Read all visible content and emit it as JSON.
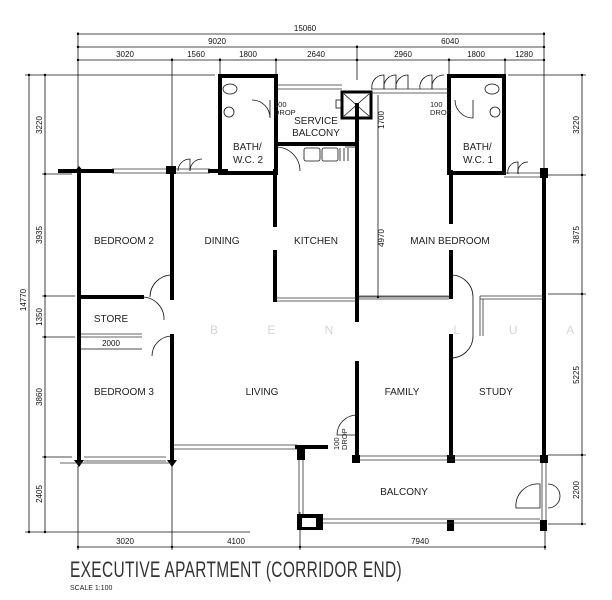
{
  "plan": {
    "title": "EXECUTIVE APARTMENT (CORRIDOR END)",
    "scale": "SCALE 1:100",
    "watermark": "B E N   L U A"
  },
  "dimensions": {
    "top_overall": "15060",
    "top_left_group": "9020",
    "top_right_group": "6040",
    "top_segments": [
      "3020",
      "1560",
      "1800",
      "2640",
      "2960",
      "1800",
      "1280"
    ],
    "left_overall": "14770",
    "left_segments": [
      "3220",
      "3935",
      "1350",
      "3860",
      "2405"
    ],
    "right_segments": [
      "3220",
      "3875",
      "5225",
      "2200"
    ],
    "bottom_segments": [
      "3020",
      "4100",
      "7940"
    ],
    "store_width": "2000",
    "main_bedroom_depth": "4970",
    "service_balcony_depth": "1700"
  },
  "rooms": {
    "bedroom2": "BEDROOM 2",
    "store": "STORE",
    "bedroom3": "BEDROOM 3",
    "dining": "DINING",
    "kitchen": "KITCHEN",
    "service_balcony_1": "SERVICE",
    "service_balcony_2": "BALCONY",
    "bath2_1": "BATH/",
    "bath2_2": "W.C. 2",
    "bath1_1": "BATH/",
    "bath1_2": "W.C. 1",
    "main_bedroom": "MAIN BEDROOM",
    "living": "LIVING",
    "family": "FAMILY",
    "study": "STUDY",
    "balcony": "BALCONY"
  },
  "notes": {
    "drop_value": "100",
    "drop_label": "DROP"
  }
}
